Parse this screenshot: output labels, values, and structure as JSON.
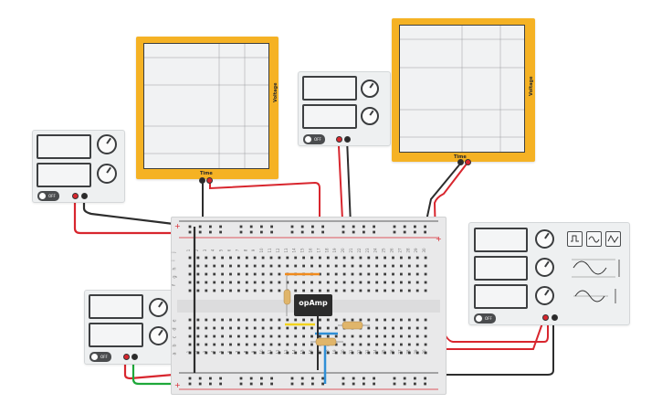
{
  "scope_left": {
    "ylabel": "Voltage",
    "xlabel": "Time"
  },
  "scope_right": {
    "ylabel": "Voltage",
    "xlabel": "Time"
  },
  "psu_switch_label": "OFF",
  "fg_switch_label": "OFF",
  "chip_label": "opAmp",
  "breadboard": {
    "row_letters_top": [
      "j",
      "i",
      "h",
      "g",
      "f"
    ],
    "row_letters_bottom": [
      "e",
      "d",
      "c",
      "b",
      "a"
    ],
    "column_numbers": [
      "1",
      "2",
      "3",
      "4",
      "5",
      "6",
      "7",
      "8",
      "9",
      "10",
      "11",
      "12",
      "13",
      "14",
      "15",
      "16",
      "17",
      "18",
      "19",
      "20",
      "21",
      "22",
      "23",
      "24",
      "25",
      "26",
      "27",
      "28",
      "29",
      "30"
    ],
    "rail_plus": "+",
    "rail_minus": "-"
  },
  "colors": {
    "scope_body": "#f5b224",
    "wire_red": "#d8262e",
    "wire_black": "#2d2d2d",
    "wire_green": "#1ea83a",
    "wire_orange": "#f08a1c",
    "wire_yellow": "#f2d21b",
    "wire_blue": "#2f8fd6"
  },
  "icons": [
    "square-wave-icon",
    "sine-wave-icon",
    "triangle-wave-icon",
    "amplitude-wave-icon",
    "offset-wave-icon"
  ]
}
